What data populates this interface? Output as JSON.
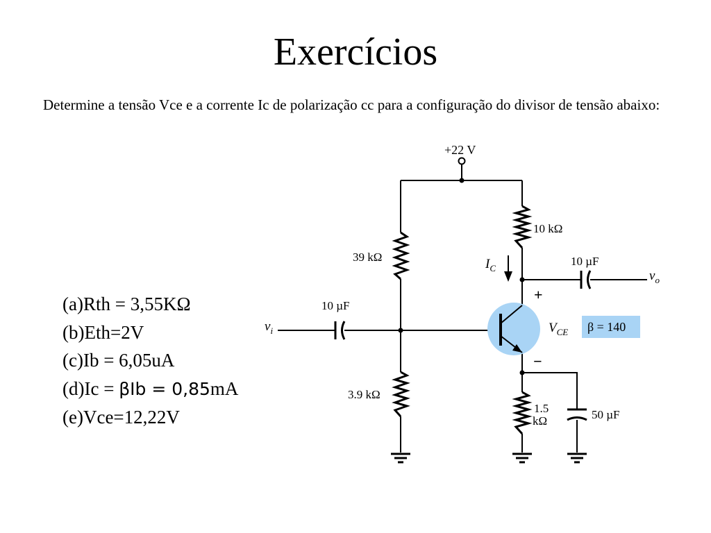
{
  "slide": {
    "title": "Exercícios",
    "prompt": "Determine a tensão Vce e a corrente Ic de polarização cc para a configuração do divisor de tensão abaixo:"
  },
  "answers": [
    {
      "text": "(a)Rth = 3,55KΩ"
    },
    {
      "text": "(b)Eth=2V"
    },
    {
      "text": "(c)Ib = 6,05uA"
    },
    {
      "pre": "(d)Ic = ",
      "mid": "βIb = 0,85",
      "post": "mA"
    },
    {
      "text": "(e)Vce=12,22V"
    }
  ],
  "circuit": {
    "supply": "+22 V",
    "r1": "39 kΩ",
    "r2": "3.9 kΩ",
    "rc": "10 kΩ",
    "re_line1": "1.5",
    "re_line2": "kΩ",
    "cin": "10 µF",
    "cout": "10 µF",
    "ce": "50 µF",
    "ic_main": "I",
    "ic_sub": "C",
    "vce_main": "V",
    "vce_sub": "CE",
    "vi_main": "v",
    "vi_sub": "i",
    "vo_main": "v",
    "vo_sub": "o",
    "plus": "+",
    "minus": "−",
    "beta": "β = 140",
    "colors": {
      "transistor_fill": "#a9d4f5",
      "beta_fill": "#a9d4f5"
    }
  }
}
